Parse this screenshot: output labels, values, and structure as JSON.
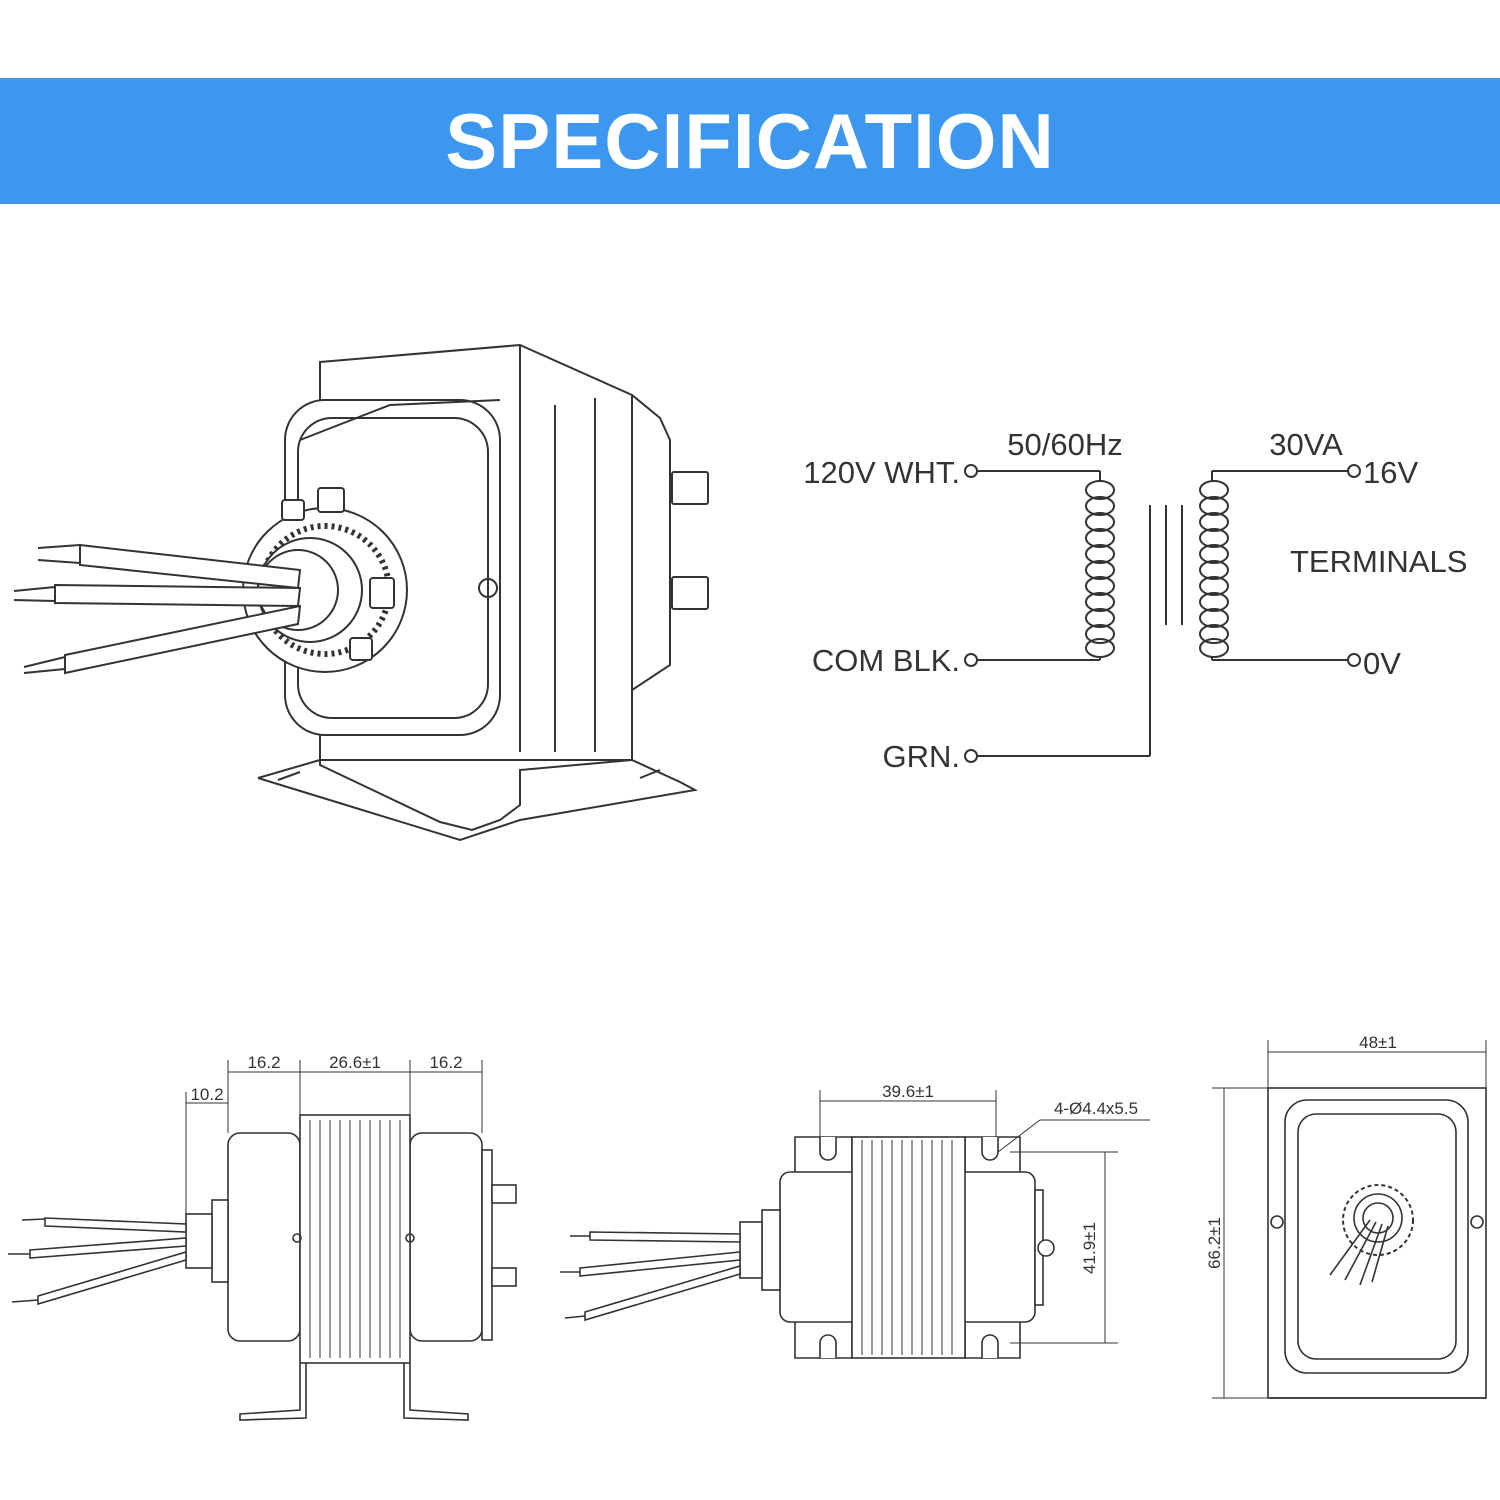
{
  "banner": {
    "title": "SPECIFICATION",
    "bg_color": "#3d97ee",
    "text_color": "#ffffff"
  },
  "wiring": {
    "primary_label": "120V WHT.",
    "frequency": "50/60Hz",
    "common_label": "COM BLK.",
    "ground_label": "GRN.",
    "power_rating": "30VA",
    "secondary_high": "16V",
    "secondary_low": "0V",
    "terminals_label": "TERMINALS"
  },
  "dimensions": {
    "front": {
      "left_end": "16.2",
      "core": "26.6±1",
      "right_end": "16.2",
      "grommet": "10.2"
    },
    "side": {
      "core_width": "39.6±1",
      "holes": "4-Ø4.4x5.5",
      "height": "41.9±1"
    },
    "end": {
      "width": "48±1",
      "height": "66.2±1"
    }
  },
  "colors": {
    "line": "#333333"
  }
}
